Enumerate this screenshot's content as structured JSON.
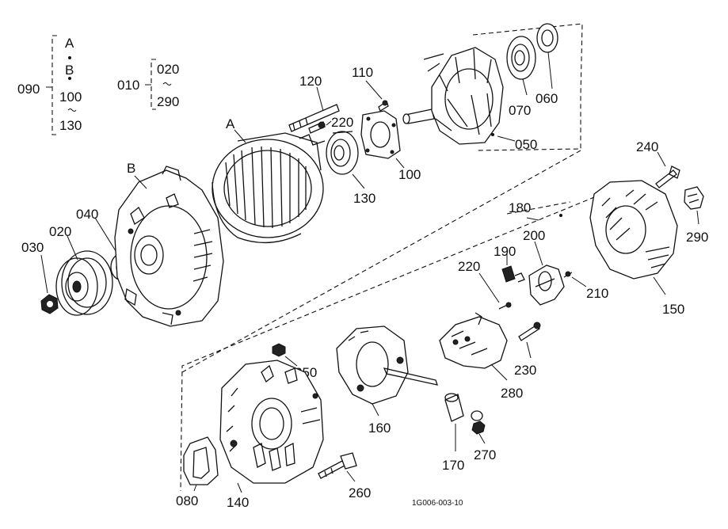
{
  "group_labels": {
    "g090": "090",
    "g090_items": [
      "A",
      "B",
      "100",
      "130"
    ],
    "g010": "010",
    "g010_items": [
      "020",
      "290"
    ]
  },
  "assembly_labels": {
    "a": "A",
    "b": "B"
  },
  "part_labels": {
    "p030": "030",
    "p020": "020",
    "p040": "040",
    "p120": "120",
    "p220a": "220",
    "p110": "110",
    "p100": "100",
    "p130": "130",
    "p070": "070",
    "p060": "060",
    "p050": "050",
    "p240": "240",
    "p290": "290",
    "p180": "180",
    "p200": "200",
    "p190": "190",
    "p220b": "220",
    "p210": "210",
    "p150": "150",
    "p250": "250",
    "p160": "160",
    "p230": "230",
    "p280": "280",
    "p170": "170",
    "p270": "270",
    "p080": "080",
    "p140": "140",
    "p260": "260"
  },
  "drawing_code": "1G006-003-10"
}
